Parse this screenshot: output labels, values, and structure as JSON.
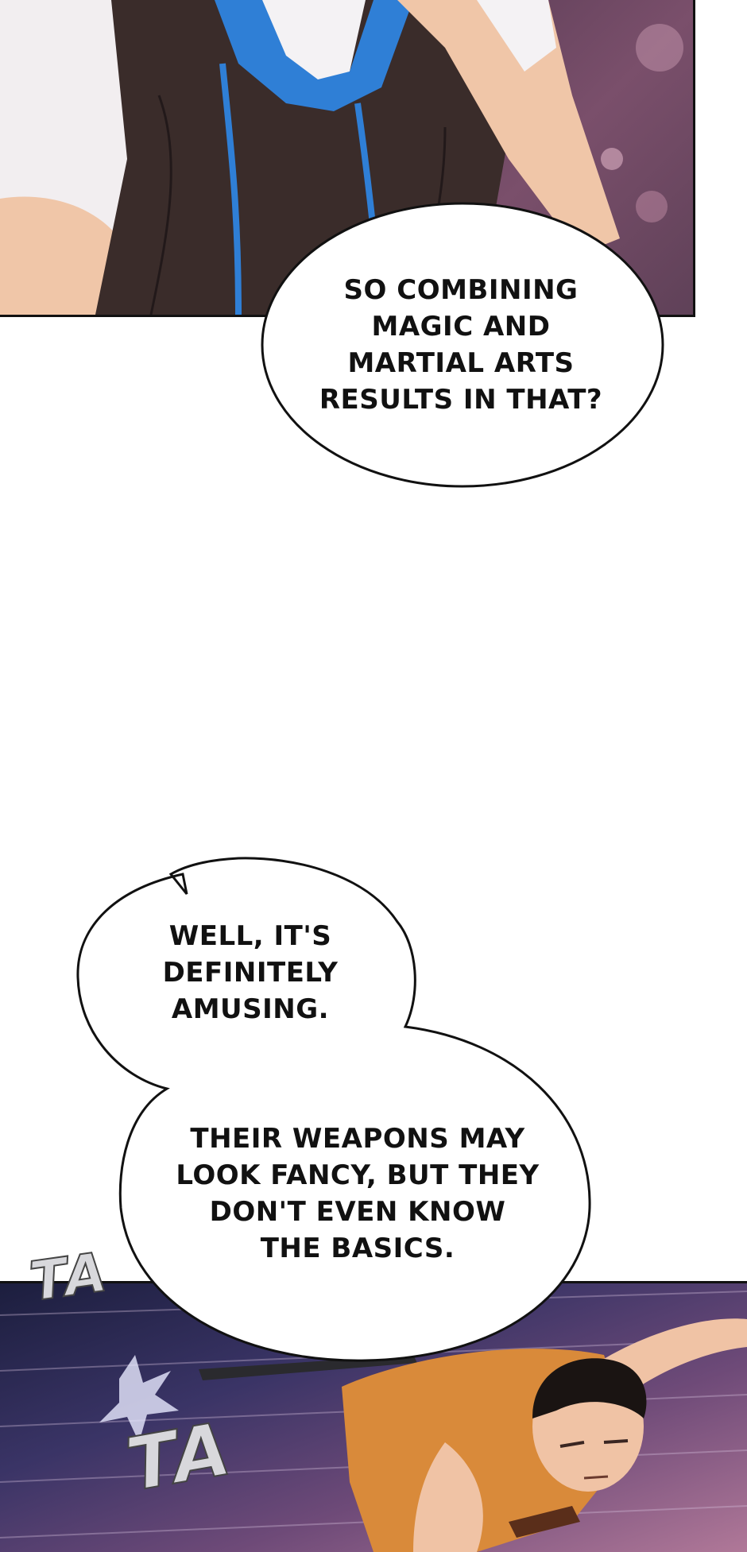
{
  "bubbles": {
    "first": "SO COMBINING MAGIC AND MARTIAL ARTS RESULTS IN THAT?",
    "second_a": "WELL, IT'S DEFINITELY AMUSING.",
    "second_b": "THEIR WEAPONS MAY LOOK FANCY, BUT THEY DON'T EVEN KNOW THE BASICS."
  },
  "sfx": {
    "ta1": "TA",
    "ta2": "TA"
  },
  "colors": {
    "ink": "#111111",
    "bubble_fill": "#ffffff",
    "vest": "#3a2c2a",
    "drawstring": "#2f7fd6",
    "orange_robe": "#d98a3a"
  }
}
